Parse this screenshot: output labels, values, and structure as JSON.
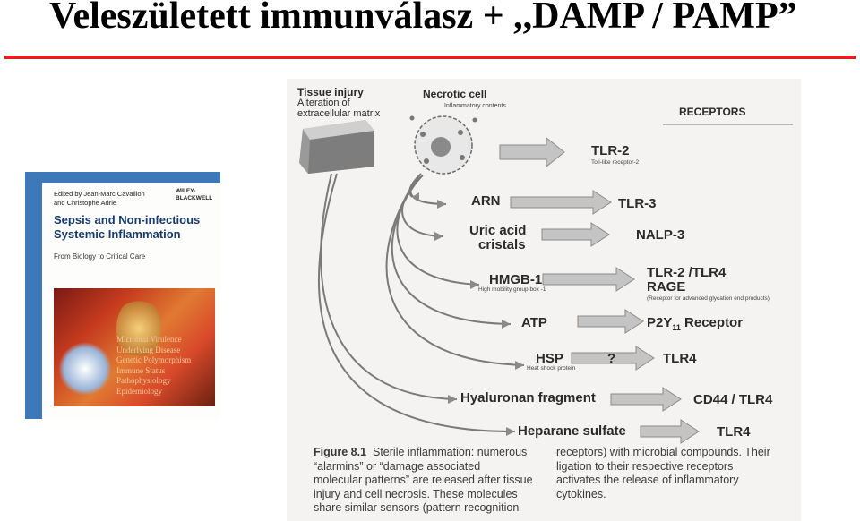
{
  "slide": {
    "title": "Veleszületett immunválasz + ,,DAMP / PAMP”"
  },
  "book": {
    "editors_line1": "Edited by Jean-Marc Cavaillon",
    "editors_line2": "and Christophe Adrie",
    "publisher_line1": "WILEY-",
    "publisher_line2": "BLACKWELL",
    "title_line1": "Sepsis and Non-infectious",
    "title_line2": "Systemic Inflammation",
    "subtitle": "From Biology to Critical Care",
    "art_words": [
      "Microbial Virulence",
      "Underlying Disease",
      "Genetic Polymorphism",
      "Immune Status",
      "Pathophysiology",
      "Epidemiology"
    ]
  },
  "figure": {
    "tissue_injury": "Tissue injury",
    "tissue_sub1": "Alteration of",
    "tissue_sub2": "extracellular matrix",
    "necrotic_cell": "Necrotic cell",
    "inflammatory_contents": "Inflammatory contents",
    "receptors_header": "RECEPTORS",
    "molecules": {
      "arn": "ARN",
      "uric1": "Uric acid",
      "uric2": "cristals",
      "hmgb1": "HMGB-1",
      "hmgb1_sub": "High mobility group box -1",
      "atp": "ATP",
      "hsp": "HSP",
      "hsp_sub": "Heat shock protein",
      "hyaluronan": "Hyaluronan fragment",
      "heparane": "Heparane sulfate"
    },
    "receptors": {
      "tlr2": "TLR-2",
      "tlr2_sub": "Toll-like receptor-2",
      "tlr3": "TLR-3",
      "nalp3": "NALP-3",
      "tlr2_tlr4": "TLR-2 /TLR4",
      "rage": "RAGE",
      "rage_sub": "(Receptor for advanced glycation end products)",
      "p2y_a": "P2Y",
      "p2y_sub": "11",
      "p2y_b": " Receptor",
      "question": "?",
      "tlr4_a": "TLR4",
      "cd44": "CD44 / TLR4",
      "tlr4_b": "TLR4"
    },
    "caption": {
      "label": "Figure 8.1",
      "left_line1": "Sterile inflammation: numerous",
      "left_line2": "“alarmins” or “damage associated",
      "left_line3": "molecular patterns” are released after tissue",
      "left_line4": "injury and cell necrosis. These molecules",
      "left_line5": "share similar sensors (pattern recognition",
      "right_line1": "receptors) with microbial compounds. Their",
      "right_line2": "ligation to their respective receptors",
      "right_line3": "activates the release of inflammatory",
      "right_line4": "cytokines."
    }
  },
  "colors": {
    "rule": "#e0201e",
    "spine": "#3d79b8",
    "book_title": "#163a6b",
    "arrow_fill": "#c4c4c4",
    "arrow_stroke": "#8a8a8a"
  }
}
